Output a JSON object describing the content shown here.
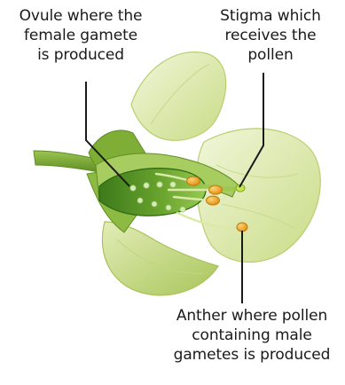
{
  "labels": {
    "ovule": [
      "Ovule where the",
      "female gamete",
      "is produced"
    ],
    "stigma": [
      "Stigma which",
      "receives the",
      "pollen"
    ],
    "anther": [
      "Anther where pollen",
      "containing male",
      "gametes is produced"
    ]
  },
  "colors": {
    "petal_light": "#e6efc2",
    "petal_mid": "#cfe08e",
    "petal_dark": "#b2cd5e",
    "stem": "#84b33a",
    "stem_dark": "#5e8a22",
    "ovary_light": "#7fb23b",
    "ovary_dark": "#2f6a14",
    "ovule_dot": "#d9ecbe",
    "anther": "#f0a526",
    "anther_edge": "#c17c0c",
    "stigma_head": "#c4e64a",
    "pointer_line": "#1a1a1a"
  }
}
